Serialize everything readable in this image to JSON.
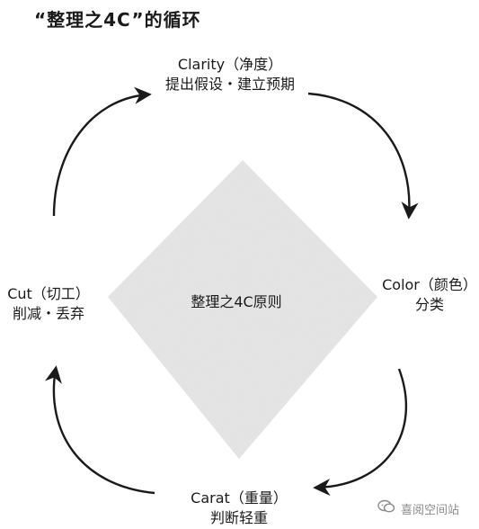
{
  "title": "“整理之4C”的循环",
  "center": {
    "label": "整理之4C原则"
  },
  "nodes": {
    "clarity": {
      "name": "Clarity（净度）",
      "desc": "提出假设・建立预期"
    },
    "color": {
      "name": "Color（颜色）",
      "desc": "分类"
    },
    "carat": {
      "name": "Carat（重量）",
      "desc": "判断轻重"
    },
    "cut": {
      "name": "Cut（切工）",
      "desc": "削减・丢弃"
    }
  },
  "cycle_direction": "clockwise",
  "watermark": {
    "icon": "speech-bubble-icon",
    "text": "喜阅空间站"
  },
  "colors": {
    "text": "#1a1a1a",
    "arrow": "#1a1a1a",
    "diamond": "#d9d9d9",
    "watermark": "#8a8a8a"
  }
}
